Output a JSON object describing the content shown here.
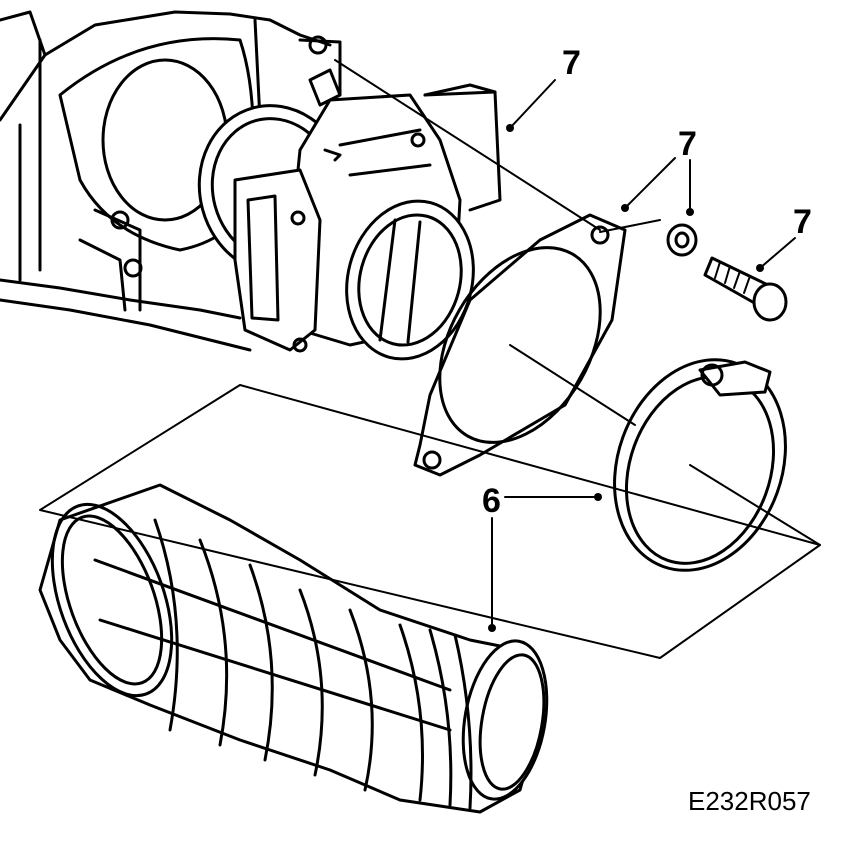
{
  "callouts": {
    "c1": "7",
    "c2": "7",
    "c3": "7",
    "c4": "6"
  },
  "figure_id": "E232R057",
  "colors": {
    "line": "#000000",
    "background": "#ffffff"
  }
}
